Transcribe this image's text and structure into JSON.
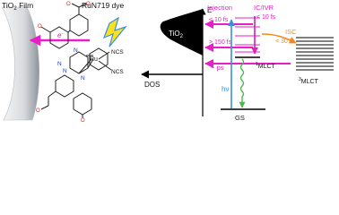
{
  "left_panel": {
    "film_label": "TiO",
    "film_sub": "2",
    "film_suffix": " Film",
    "dye_label": "RuN719 dye",
    "electron_label": "e",
    "electron_sup": "-",
    "ligand_labels": [
      "NCS",
      "NCS"
    ],
    "metal_label": "Ru",
    "nitrogen_labels": [
      "N",
      "N",
      "N",
      "N"
    ],
    "hv_label": "hν"
  },
  "right_panel": {
    "energy_axis_label": "E",
    "dos_label": "DOS",
    "tio2_label": "TiO",
    "tio2_sub": "2",
    "injection_label": "Injection",
    "injection_fast": "< 10 fs",
    "injection_slow": "> 150 fs",
    "ps_label": "~ ps",
    "icivr_label": "IC/IVR",
    "icivr_time": "< 10 fs",
    "isc_label": "ISC",
    "isc_time": "< 30 fs",
    "singlet_label_pre": "1",
    "singlet_label": "MLCT",
    "triplet_label_pre": "3",
    "triplet_label": "MLCT",
    "hv_label": "hν",
    "gs_label": "GS"
  },
  "colors": {
    "injection": "#e81ec8",
    "icivr": "#d11fb8",
    "isc": "#f08a1a",
    "hv": "#3a8fe0",
    "emission": "#4ab84a",
    "axis": "#000000",
    "film_gradient_light": "#f3f3f3",
    "film_gradient_dark": "#9aa0a8",
    "bond": "#222222",
    "oxygen": "#d22020",
    "nitrogen": "#2233cc"
  }
}
